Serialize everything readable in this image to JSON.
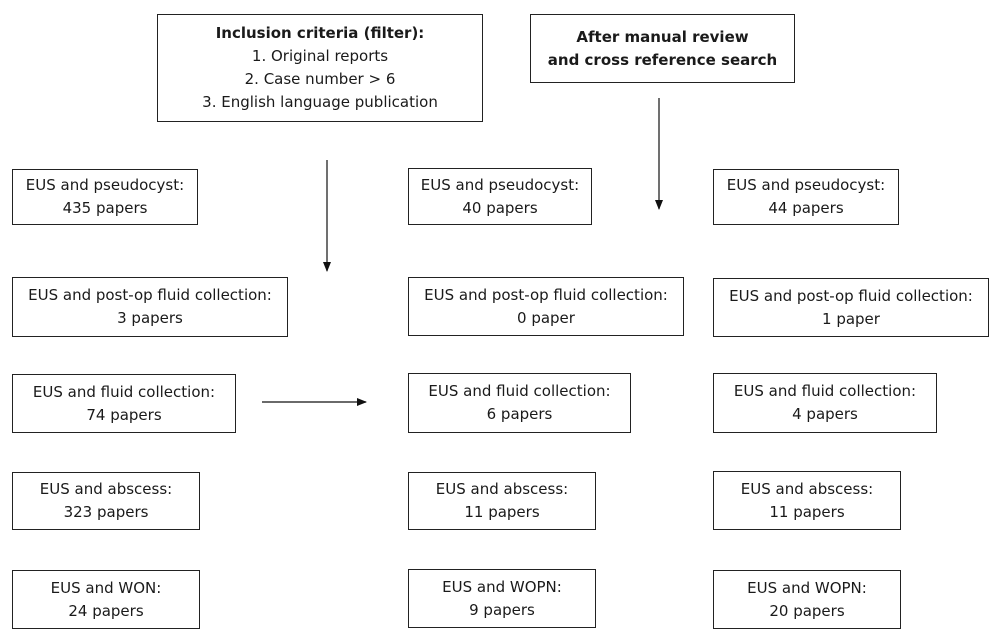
{
  "inclusion_criteria": {
    "title": "Inclusion criteria (filter):",
    "items": [
      "1. Original reports",
      "2. Case number > 6",
      "3. English language publication"
    ]
  },
  "manual_review": {
    "lines": [
      "After manual review",
      "and cross reference search"
    ]
  },
  "columns": [
    {
      "rows": [
        {
          "label": "EUS and pseudocyst:",
          "count": "435 papers"
        },
        {
          "label": "EUS and post-op fluid collection:",
          "count": "3 papers"
        },
        {
          "label": "EUS and fluid collection:",
          "count": "74 papers"
        },
        {
          "label": "EUS and abscess:",
          "count": "323 papers"
        },
        {
          "label": "EUS and WON:",
          "count": "24 papers"
        }
      ]
    },
    {
      "rows": [
        {
          "label": "EUS and pseudocyst:",
          "count": "40 papers"
        },
        {
          "label": "EUS and post-op fluid collection:",
          "count": "0 paper"
        },
        {
          "label": "EUS and fluid collection:",
          "count": "6 papers"
        },
        {
          "label": "EUS and abscess:",
          "count": "11 papers"
        },
        {
          "label": "EUS and WOPN:",
          "count": "9 papers"
        }
      ]
    },
    {
      "rows": [
        {
          "label": "EUS and pseudocyst:",
          "count": "44 papers"
        },
        {
          "label": "EUS and post-op fluid collection:",
          "count": "1 paper"
        },
        {
          "label": "EUS and fluid collection:",
          "count": "4 papers"
        },
        {
          "label": "EUS and abscess:",
          "count": "11 papers"
        },
        {
          "label": "EUS and WOPN:",
          "count": "20 papers"
        }
      ]
    }
  ]
}
